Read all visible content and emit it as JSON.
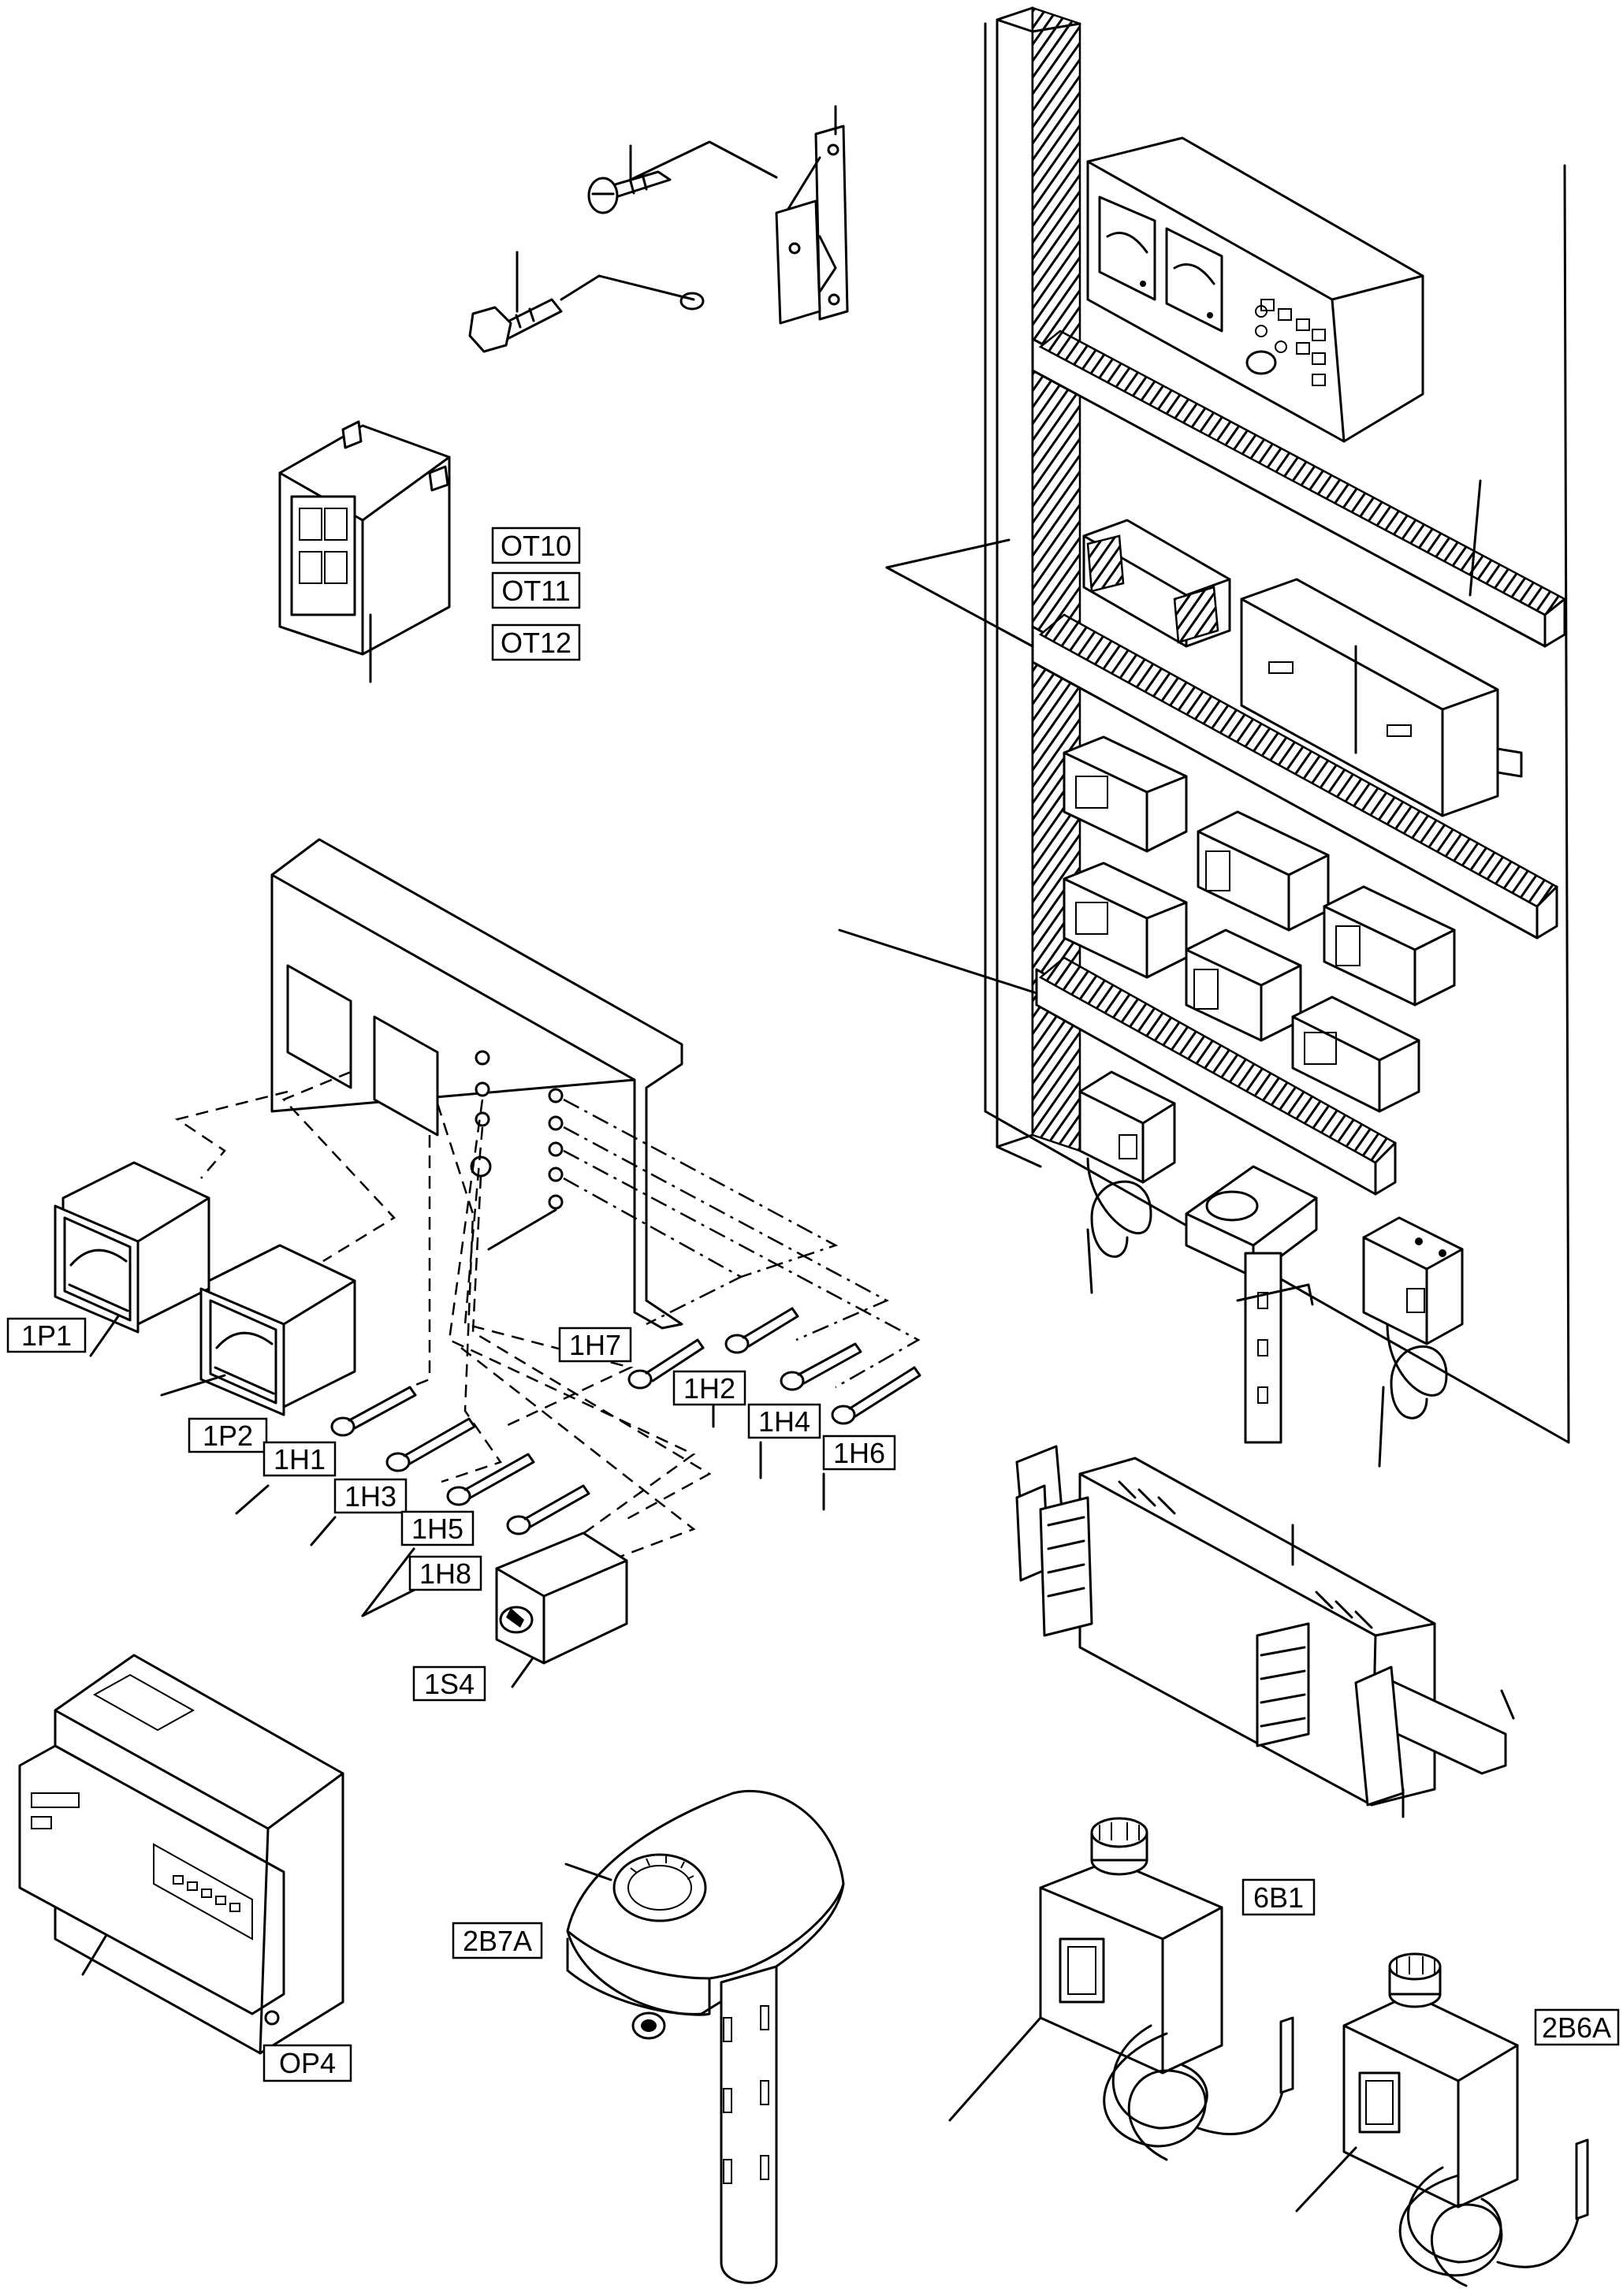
{
  "diagram": {
    "callouts": {
      "ot10": "OT10",
      "ot11": "OT11",
      "ot12": "OT12",
      "p1": "1P1",
      "p2": "1P2",
      "h1": "1H1",
      "h2": "1H2",
      "h3": "1H3",
      "h4": "1H4",
      "h5": "1H5",
      "h6": "1H6",
      "h7": "1H7",
      "h8": "1H8",
      "s4": "1S4",
      "op4": "OP4",
      "b7a": "2B7A",
      "b1": "6B1",
      "b6a": "2B6A"
    }
  }
}
